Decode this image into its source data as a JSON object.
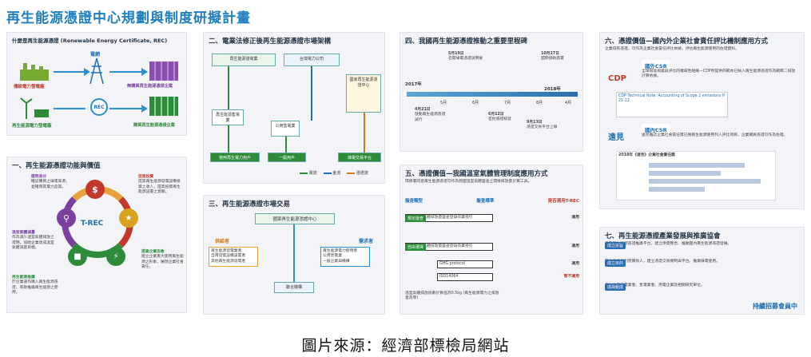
{
  "header": {
    "title": "再生能源憑證中心規劃與制度研擬計畫"
  },
  "caption": "圖片來源：經濟部標檢局網站",
  "panel_a": {
    "title": "什麼是再生能源憑證 (Renewable Energy Certificate, REC)",
    "electricity_label": "電網",
    "rec_label": "REC",
    "left_top": "傳統電力發電廠",
    "left_bottom": "再生能源電力發電廠",
    "right_top": "無購買再生能源憑證企業",
    "right_bottom": "購買再生能源憑證企業"
  },
  "panel_b": {
    "title": "一、再生能源憑證功能與價值",
    "center_label": "T-REC",
    "items": [
      {
        "title": "證明身分",
        "text": "確認購買之綠電來源，並確保其電力品質。"
      },
      {
        "title": "促進投資",
        "text": "提高再生能源發電設備投資之收入，提高投資再生能源設置之意願。"
      },
      {
        "title": "溫室氣體減量",
        "text": "作為減少溫室氣體排放之證明，協助企業達成溫室氣體減量目標。"
      },
      {
        "title": "提高企業形象",
        "text": "建立企業重大使用再生能源之形象，展現企業社會責任。"
      },
      {
        "title": "再生能源推廣",
        "text": "於企業運作購入再生能源憑證，有助推廣再生能源之使用。"
      }
    ]
  },
  "panel_c": {
    "title": "二、電業法修正後再生能源憑證市場架構",
    "nodes": {
      "gen": "再生能源發電業",
      "grid": "台灣電力公司",
      "seller": "再生能源售電業",
      "public": "公用售電業",
      "user": "使用再生電力用戶",
      "general": "一般用戶",
      "center": "國家再生能源憑證中心",
      "green": "綠電交易平台"
    },
    "legend": [
      "電流",
      "金流",
      "憑證流"
    ]
  },
  "panel_d": {
    "title": "三、再生能源憑證市場交易",
    "center": "國家再生能源憑證中心",
    "supplier": "供給者",
    "demand": "需求者",
    "platform": "聯合機構",
    "supply_items": [
      "再生能源發電業者",
      "自用發電設備設置者",
      "其他再生能源發電者"
    ],
    "demand_items": [
      "再生能源電力使用者",
      "公用售電業",
      "一般企業與機構"
    ]
  },
  "panel_e": {
    "title": "四、我國再生能源憑證推動之重要里程碑",
    "years": [
      "2017年",
      "2018年"
    ],
    "months": [
      "5月",
      "6月",
      "7月",
      "8月",
      "4月"
    ],
    "events": [
      {
        "date": "4月21日",
        "text": "啟動再生能源憑證試行"
      },
      {
        "date": "5月19日",
        "text": "召開綠電憑證說明會"
      },
      {
        "date": "6月12日",
        "text": "首批憑證核發"
      },
      {
        "date": "9月13日",
        "text": "憑證交易平台上線"
      },
      {
        "date": "10月27日",
        "text": "國際接軌簽署"
      }
    ]
  },
  "panel_f": {
    "title": "五、憑證價值—我國溫室氣體管理制度應用方式",
    "intro": "環保署同意再生能源憑證可作為我國溫室氣體盤查之間接排放量計算工具。",
    "headers": [
      "盤查類型",
      "盤查標準",
      "是否適用T-REC"
    ],
    "rows": [
      {
        "type": "規定盤查",
        "standard": "我國溫室氣體排放量盤查登錄作業指引",
        "result": "適用"
      },
      {
        "type": "自由選擇",
        "standard": "我國溫室氣體排放量盤查登錄作業指引",
        "result": "適用"
      },
      {
        "type": "",
        "standard": "GHG protocol",
        "result": "適用"
      },
      {
        "type": "",
        "standard": "ISO14064",
        "result": "暫不適用"
      }
    ],
    "note": "溫室氣體排放係數計算值為0.5kg (再生能源電力之排放量為零)"
  },
  "panel_g": {
    "title": "六、憑證價值—國內外企業社會責任評比機制應用方式",
    "intro": "企業得有憑證，可作為企業社會責任評比依據，評估再生能源使用的佐證資料。",
    "cdp_label": "CDP",
    "foreign_csr": "國外CSR",
    "foreign_text": "全球環境揭露與評比的權威性組織—CDP所提供的範本已納入再生能源憑證作為範疇二排放計算依據。",
    "doc_title": "CDP Technical Note: Accounting of Scope 2 emissions P. 21-22",
    "domestic_logo": "遠見",
    "domestic_csr": "國內CSR",
    "domestic_text": "遠見雜誌企業社會責任獎已將再生能源使用列入評比項目，企業購買憑證可作為佐證。",
    "chart_title": "2018年《遠見》企業社會責任獎"
  },
  "panel_h": {
    "title": "七、再生能源憑證產業發展與推廣協會",
    "rows": [
      {
        "label": "成立宗旨",
        "text": "作為再生能源憑證推廣平台，建立供需整合、推動國內再生能源憑證發展。"
      },
      {
        "label": "成立目的",
        "text": "整合產業與利害關係人，建立憑證交易機制與平台，推廣綠電使用。"
      },
      {
        "label": "成員組成",
        "text": "再生能源發電業者、售電業者、用電企業及相關研究單位。"
      }
    ],
    "footer": "持續招募會員中"
  }
}
